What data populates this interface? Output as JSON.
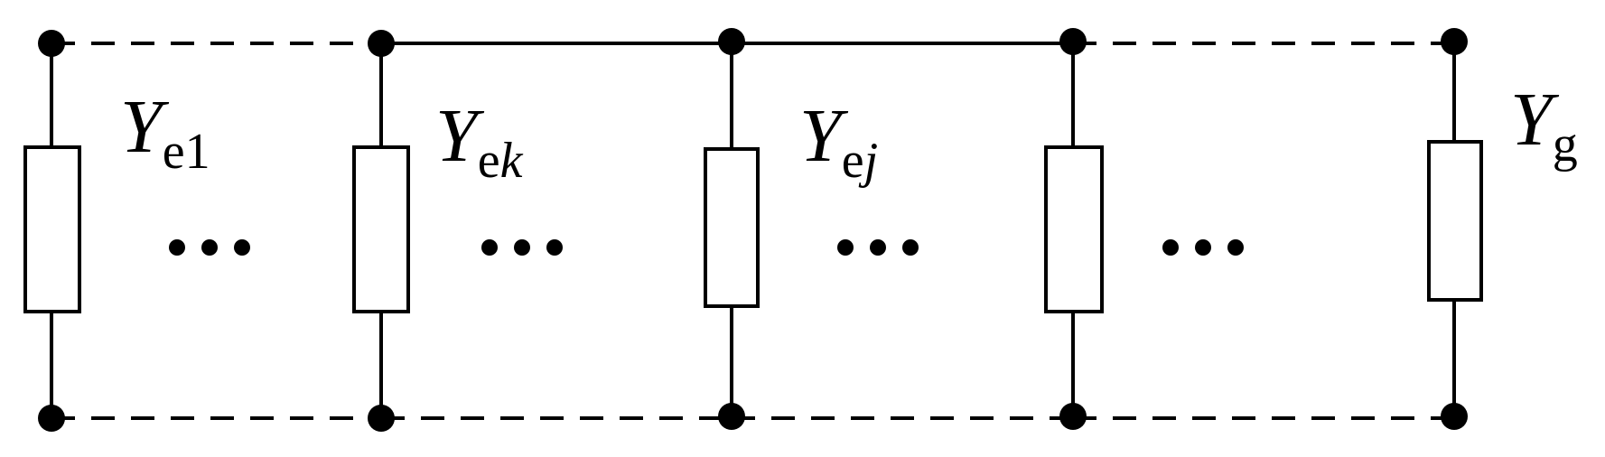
{
  "diagram": {
    "branches": [
      {
        "label_main": "Y",
        "label_sub": "e1",
        "label_sub_italic": ""
      },
      {
        "label_main": "Y",
        "label_sub": "e",
        "label_sub_italic": "k"
      },
      {
        "label_main": "Y",
        "label_sub": "e",
        "label_sub_italic": "j"
      },
      {
        "label_main": "",
        "label_sub": "",
        "label_sub_italic": ""
      },
      {
        "label_main": "Y",
        "label_sub": "g",
        "label_sub_italic": ""
      }
    ]
  }
}
